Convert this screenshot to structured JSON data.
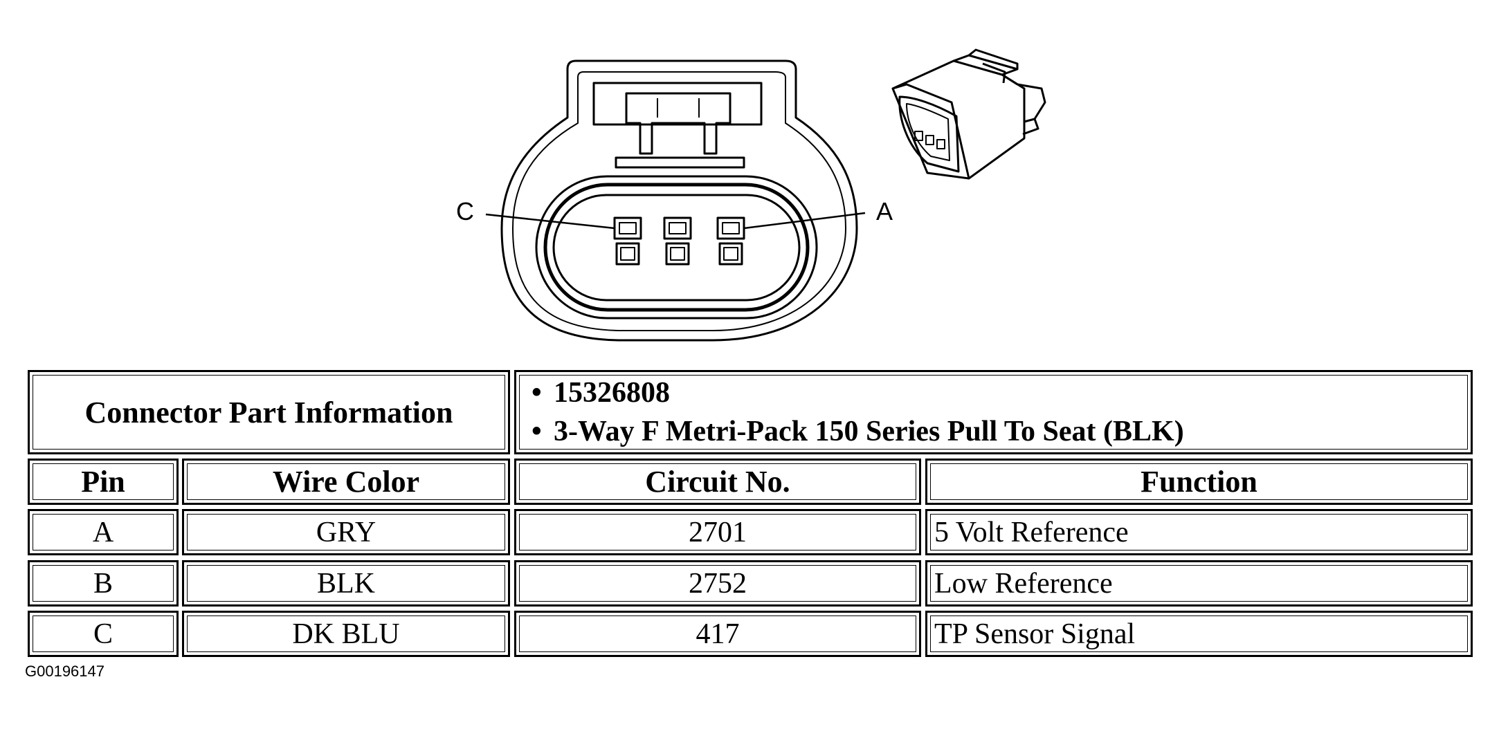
{
  "diagram": {
    "pin_labels": {
      "left": "C",
      "right": "A"
    }
  },
  "table": {
    "info_header": "Connector Part Information",
    "info_items": [
      "15326808",
      "3-Way F Metri-Pack 150 Series Pull To Seat (BLK)"
    ],
    "columns": [
      "Pin",
      "Wire Color",
      "Circuit No.",
      "Function"
    ],
    "rows": [
      {
        "pin": "A",
        "wire_color": "GRY",
        "circuit": "2701",
        "function": "5 Volt Reference"
      },
      {
        "pin": "B",
        "wire_color": "BLK",
        "circuit": "2752",
        "function": "Low Reference"
      },
      {
        "pin": "C",
        "wire_color": "DK BLU",
        "circuit": "417",
        "function": "TP Sensor Signal"
      }
    ]
  },
  "figure_id": "G00196147"
}
